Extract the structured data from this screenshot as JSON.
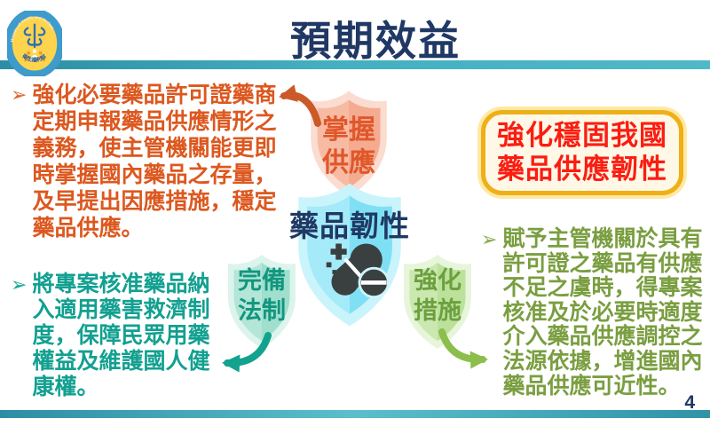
{
  "header": {
    "title": "預期效益",
    "logo": {
      "ring_text_top": "Ministry of Health and Welfare",
      "ring_text_bottom": "衛生福利部"
    }
  },
  "paragraphs": {
    "left_top": {
      "bullet": "➢",
      "text": "強化必要藥品許可證藥商\n定期申報藥品供應情形之\n義務，使主管機關能更即\n時掌握國內藥品之存量，\n及早提出因應措施，穩定\n藥品供應。"
    },
    "left_bottom": {
      "bullet": "➢",
      "text": "將專案核准藥品納\n入適用藥害救濟制\n度，保障民眾用藥\n權益及維護國人健\n康權。"
    },
    "right": {
      "bullet": "➢",
      "text": "賦予主管機關於具有\n許可證之藥品有供應\n不足之虞時，得專案\n核准及於必要時適度\n介入藥品供應調控之\n法源依據，增進國內\n藥品供應可近性。"
    }
  },
  "diagram": {
    "center_shield_label": "藥品韌性",
    "top_shield_label": "掌握\n供應",
    "left_shield_label": "完備\n法制",
    "right_shield_label": "強化\n措施",
    "icons": {
      "center": "pills-icon",
      "top_arrow": "curved-arrow-up-left",
      "left_arrow": "curved-arrow-down-left",
      "right_arrow": "curved-arrow-down-right"
    }
  },
  "callout": {
    "text": "強化穩固我國\n藥品供應韌性"
  },
  "footer": {
    "page_number": "4"
  },
  "colors": {
    "title": "#203864",
    "header_bar": "#43afbf",
    "left_top_text": "#dc581f",
    "left_bottom_text": "#12a090",
    "right_text": "#7a9e40",
    "callout_text": "#fb1d12",
    "callout_border": "#efaf17",
    "shield_top": "#f7bba4",
    "shield_center": "#a4eaf8",
    "shield_left": "#b4e6d8",
    "shield_right": "#cbe8b0"
  }
}
